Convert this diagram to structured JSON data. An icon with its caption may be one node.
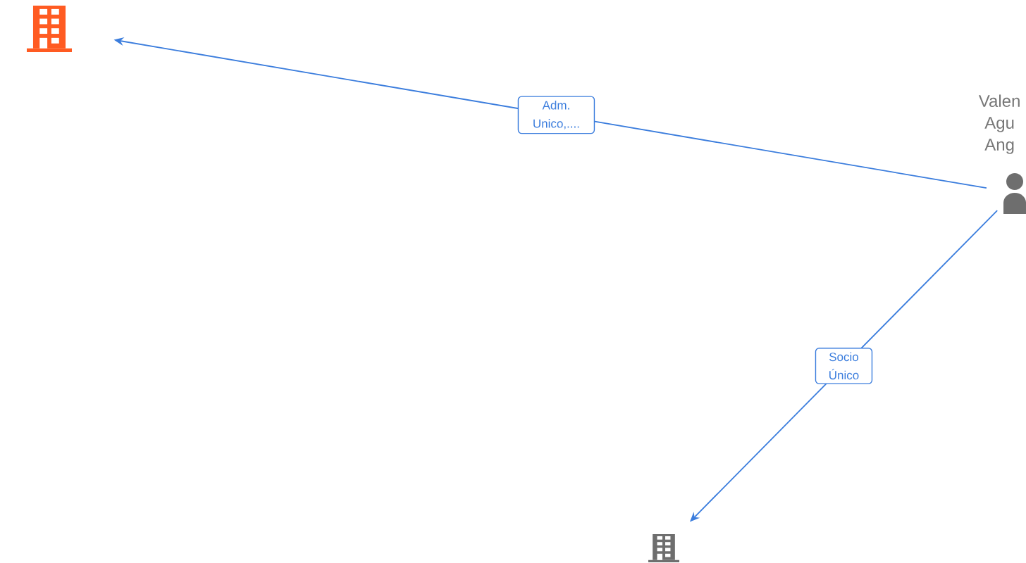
{
  "diagram": {
    "nodes": [
      {
        "text": [],
        "shape": "building"
      },
      {
        "text": [],
        "shape": "person",
        "beside": [
          "Valen Agu Ang"
        ]
      },
      {
        "text": [],
        "shape": "building"
      }
    ],
    "edges": [
      {
        "from": 1,
        "to": 0,
        "arrow": "to",
        "label": "Adm. Unico,...."
      },
      {
        "from": 1,
        "to": 2,
        "arrow": "to",
        "label": "Socio Único"
      }
    ]
  }
}
